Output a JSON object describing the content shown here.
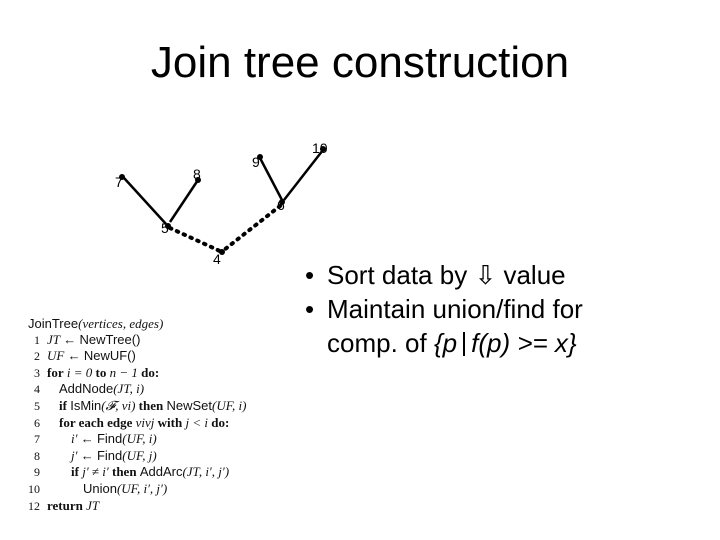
{
  "title": "Join tree construction",
  "tree": {
    "nodes": [
      {
        "id": "7",
        "label": "7"
      },
      {
        "id": "8",
        "label": "8"
      },
      {
        "id": "9",
        "label": "9"
      },
      {
        "id": "10",
        "label": "10"
      },
      {
        "id": "6",
        "label": "6"
      },
      {
        "id": "5",
        "label": "5"
      },
      {
        "id": "4",
        "label": "4"
      }
    ]
  },
  "bullets": {
    "b1_dot": "•",
    "b1_pre": "Sort data by",
    "b1_arrow": "⇩",
    "b1_post": "value",
    "b2_dot": "•",
    "b2_line1": "Maintain union/find for",
    "b2_line2_pre": "comp. of",
    "b2_set_open": "{",
    "b2_p": "p",
    "b2_cond": "f(p) >= x",
    "b2_set_close": "}"
  },
  "algorithm": {
    "header_name": "JoinTree",
    "header_args": "(vertices, edges)",
    "lines": [
      {
        "num": "1",
        "a": "JT",
        "b": " ← ",
        "c": "NewTree()"
      },
      {
        "num": "2",
        "a": "UF",
        "b": " ← ",
        "c": "NewUF()"
      },
      {
        "num": "3",
        "kw1": "for",
        "a": " i = 0 ",
        "kw2": "to",
        "b": " n − 1 ",
        "kw3": "do:"
      },
      {
        "num": "4",
        "c": "AddNode",
        "a": "(JT, i)"
      },
      {
        "num": "5",
        "kw1": "if",
        "c": "IsMin",
        "a": "(𝓕, vi) ",
        "kw2": "then",
        "c2": "NewSet",
        "b": "(UF, i)"
      },
      {
        "num": "6",
        "kw1": "for each edge",
        "a": " vivj ",
        "kw2": "with",
        "b": " j < i ",
        "kw3": "do:"
      },
      {
        "num": "7",
        "a": "i′ ← ",
        "c": "Find",
        "b": "(UF, i)"
      },
      {
        "num": "8",
        "a": "j′ ← ",
        "c": "Find",
        "b": "(UF, j)"
      },
      {
        "num": "9",
        "kw1": "if",
        "a": " j′ ≠ i′ ",
        "kw2": "then",
        "c": "AddArc",
        "b": "(JT, i′, j′)"
      },
      {
        "num": "10",
        "c": "Union",
        "a": "(UF, i′, j′)"
      },
      {
        "num": "12",
        "kw1": "return",
        "a": " JT"
      }
    ]
  }
}
